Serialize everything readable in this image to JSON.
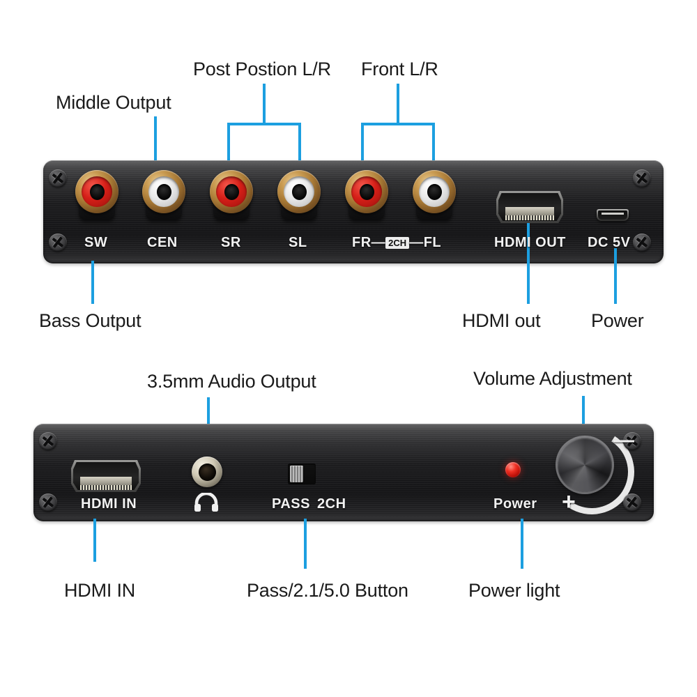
{
  "meta": {
    "accent_color": "#1C9FE0",
    "panel_color": "#1a1a1c",
    "label_color": "#1a1a1a"
  },
  "top_panel": {
    "name": "rear-panel",
    "callouts": [
      {
        "id": "middle-output",
        "label": "Middle Output"
      },
      {
        "id": "post-position-lr",
        "label": "Post Postion L/R"
      },
      {
        "id": "front-lr",
        "label": "Front L/R"
      },
      {
        "id": "bass-output",
        "label": "Bass Output"
      },
      {
        "id": "hdmi-out",
        "label": "HDMI out"
      },
      {
        "id": "power",
        "label": "Power"
      }
    ],
    "port_labels": {
      "sw": "SW",
      "cen": "CEN",
      "sr": "SR",
      "sl": "SL",
      "fr": "FR",
      "fl": "FL",
      "two_ch_chip": "2CH",
      "dash": "—",
      "hdmi_out": "HDMI  OUT",
      "dc_5v": "DC 5V"
    },
    "jacks": [
      {
        "id": "sw",
        "label": "SW",
        "color": "red"
      },
      {
        "id": "cen",
        "label": "CEN",
        "color": "white"
      },
      {
        "id": "sr",
        "label": "SR",
        "color": "red"
      },
      {
        "id": "sl",
        "label": "SL",
        "color": "white"
      },
      {
        "id": "fr",
        "label": "FR",
        "color": "red"
      },
      {
        "id": "fl",
        "label": "FL",
        "color": "white"
      }
    ]
  },
  "bottom_panel": {
    "name": "front-panel",
    "callouts": [
      {
        "id": "audio-output-35mm",
        "label": "3.5mm Audio Output"
      },
      {
        "id": "volume-adjustment",
        "label": "Volume Adjustment"
      },
      {
        "id": "hdmi-in",
        "label": "HDMI IN"
      },
      {
        "id": "pass-button",
        "label": "Pass/2.1/5.0 Button"
      },
      {
        "id": "power-light",
        "label": "Power light"
      }
    ],
    "port_labels": {
      "hdmi_in": "HDMI IN",
      "headphone": "",
      "pass": "PASS",
      "two_ch": "2CH",
      "power": "Power",
      "volume_plus": "+",
      "volume_minus": "—"
    },
    "switch_position": "PASS"
  }
}
